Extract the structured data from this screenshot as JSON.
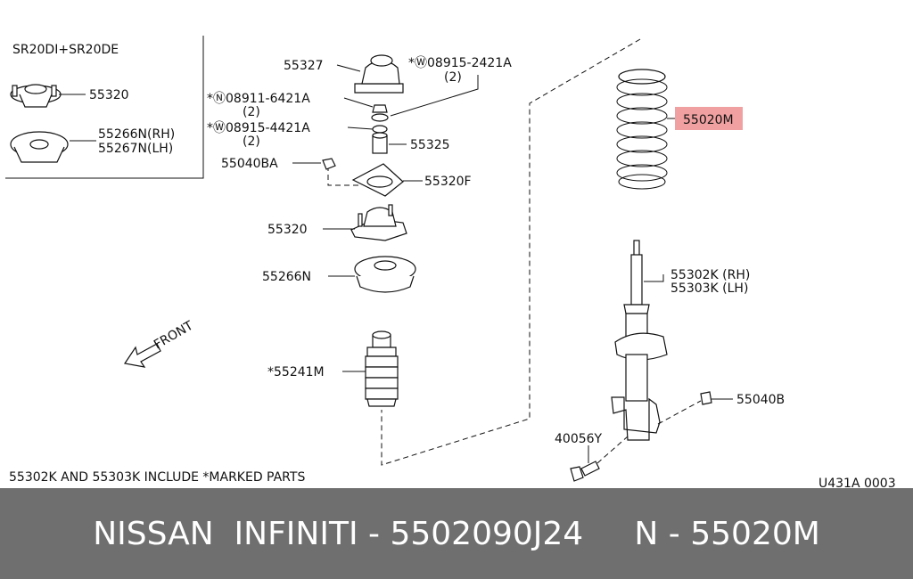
{
  "inset": {
    "title": "SR20DI+SR20DE",
    "mount": "55320",
    "seat_rh": "55266N(RH)",
    "seat_lh": "55267N(LH)"
  },
  "labels": {
    "p55327": "55327",
    "w1": "*Ⓦ08915-2421A",
    "w1_qty": "(2)",
    "n1": "*Ⓝ08911-6421A",
    "n1_qty": "(2)",
    "w2": "*Ⓦ08915-4421A",
    "w2_qty": "(2)",
    "p55325": "55325",
    "p55040BA": "55040BA",
    "p55320F": "55320F",
    "p55320": "55320",
    "p55266N": "55266N",
    "p55241M": "*55241M",
    "p55020M": "55020M",
    "p55302K": "55302K (RH)",
    "p55303K": "55303K (LH)",
    "p55040B": "55040B",
    "p40056Y": "40056Y",
    "front": "FRONT",
    "note": "55302K AND 55303K INCLUDE *MARKED PARTS",
    "code": "U431A 0003"
  },
  "highlight_color": "#f0a0a0",
  "banner": "NISSAN  INFINITI - 5502090J24     N - 55020M"
}
